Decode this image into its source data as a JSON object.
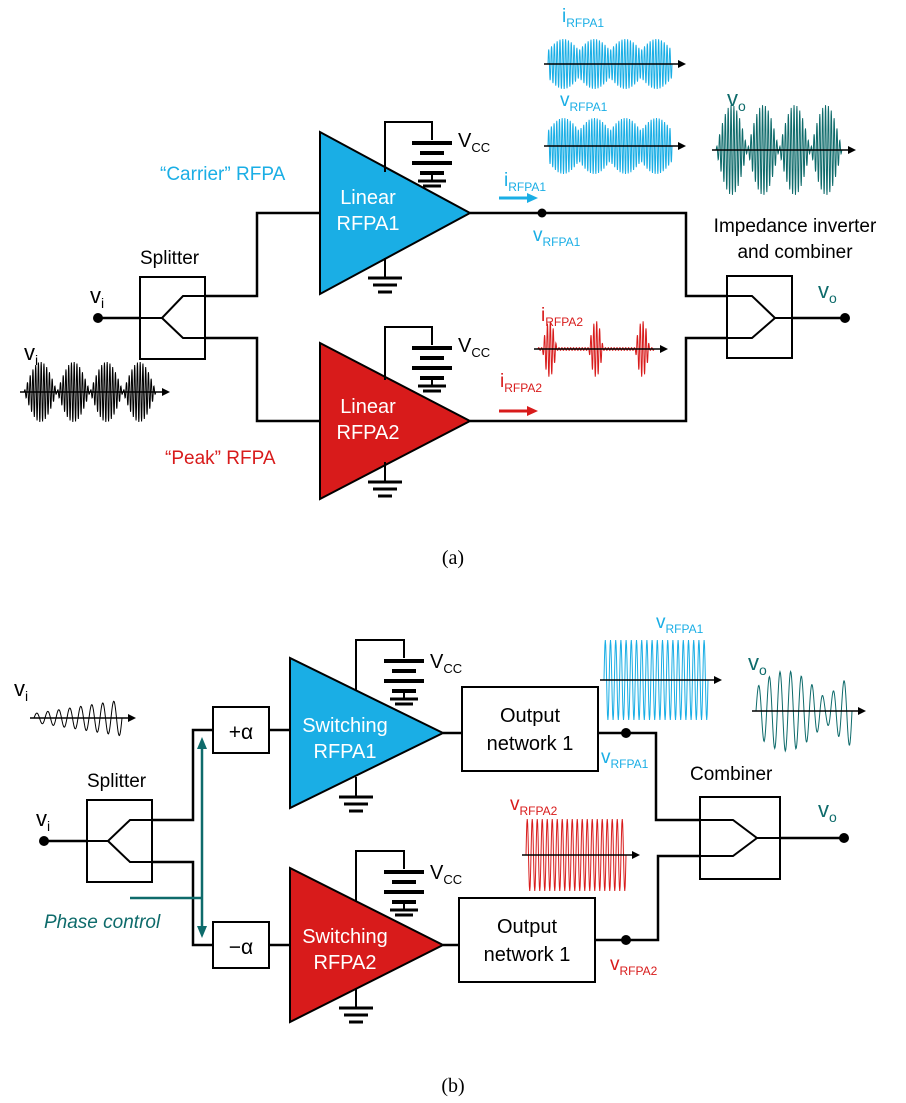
{
  "colors": {
    "blue": "#1AAEE5",
    "red": "#D81B1B",
    "teal": "#0E6B6B",
    "black": "#000000"
  },
  "panel_a": {
    "caption": "(a)",
    "splitter": "Splitter",
    "input_label": {
      "base": "v",
      "sub": "i"
    },
    "carrier_label": "“Carrier” RFPA",
    "peak_label": "“Peak” RFPA",
    "amp1": {
      "line1": "Linear",
      "line2": "RFPA1"
    },
    "amp2": {
      "line1": "Linear",
      "line2": "RFPA2"
    },
    "vcc1": {
      "base": "V",
      "sub": "CC"
    },
    "vcc2": {
      "base": "V",
      "sub": "CC"
    },
    "i_rfpa1": {
      "base": "i",
      "sub": "RFPA1"
    },
    "v_rfpa1_node": {
      "base": "v",
      "sub": "RFPA1"
    },
    "i_rfpa2": {
      "base": "i",
      "sub": "RFPA2"
    },
    "combiner_line1": "Impedance inverter",
    "combiner_line2": "and combiner",
    "output_label": {
      "base": "v",
      "sub": "o"
    },
    "wave_i_rfpa1": {
      "base": "i",
      "sub": "RFPA1"
    },
    "wave_v_rfpa1": {
      "base": "v",
      "sub": "RFPA1"
    },
    "wave_vo": {
      "base": "v",
      "sub": "o"
    },
    "wave_i_rfpa2": {
      "base": "i",
      "sub": "RFPA2"
    },
    "wave_vi": {
      "base": "v",
      "sub": "i"
    }
  },
  "panel_b": {
    "caption": "(b)",
    "splitter": "Splitter",
    "input_label": {
      "base": "v",
      "sub": "i"
    },
    "phase_plus": "+α",
    "phase_minus": "−α",
    "phase_control": "Phase control",
    "amp1": {
      "line1": "Switching",
      "line2": "RFPA1"
    },
    "amp2": {
      "line1": "Switching",
      "line2": "RFPA2"
    },
    "vcc1": {
      "base": "V",
      "sub": "CC"
    },
    "vcc2": {
      "base": "V",
      "sub": "CC"
    },
    "net1": {
      "line1": "Output",
      "line2": "network 1"
    },
    "net2": {
      "line1": "Output",
      "line2": "network 1"
    },
    "v_rfpa1_node": {
      "base": "v",
      "sub": "RFPA1"
    },
    "v_rfpa2_node": {
      "base": "v",
      "sub": "RFPA2"
    },
    "combiner": "Combiner",
    "output_label": {
      "base": "v",
      "sub": "o"
    },
    "wave_v_rfpa1": {
      "base": "v",
      "sub": "RFPA1"
    },
    "wave_vo": {
      "base": "v",
      "sub": "o"
    },
    "wave_v_rfpa2": {
      "base": "v",
      "sub": "RFPA2"
    },
    "wave_vi": {
      "base": "v",
      "sub": "i"
    }
  }
}
